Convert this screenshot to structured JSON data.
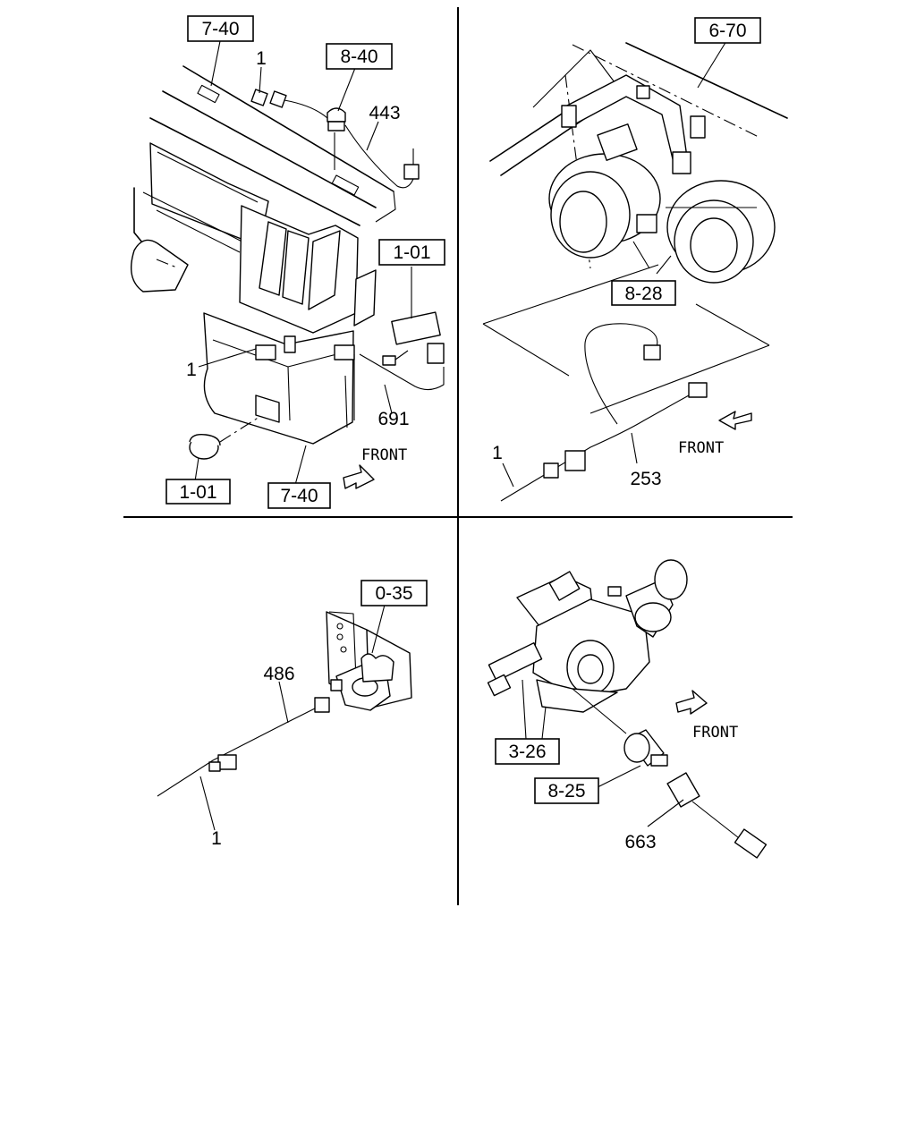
{
  "q1": {
    "ref_top": "7-40",
    "ref_bracket": "8-40",
    "ref_switch": "1-01",
    "ref_lamp": "1-01",
    "ref_bottom": "7-40",
    "part_1a": "1",
    "part_1b": "1",
    "part_443": "443",
    "part_691": "691",
    "front": "FRONT"
  },
  "q2": {
    "ref_top": "6-70",
    "ref_horn": "8-28",
    "part_1": "1",
    "part_253": "253",
    "front": "FRONT"
  },
  "q3": {
    "ref_top": "0-35",
    "part_486": "486",
    "part_1": "1"
  },
  "q4": {
    "ref_pump": "3-26",
    "ref_sensor": "8-25",
    "part_663": "663",
    "front": "FRONT"
  }
}
